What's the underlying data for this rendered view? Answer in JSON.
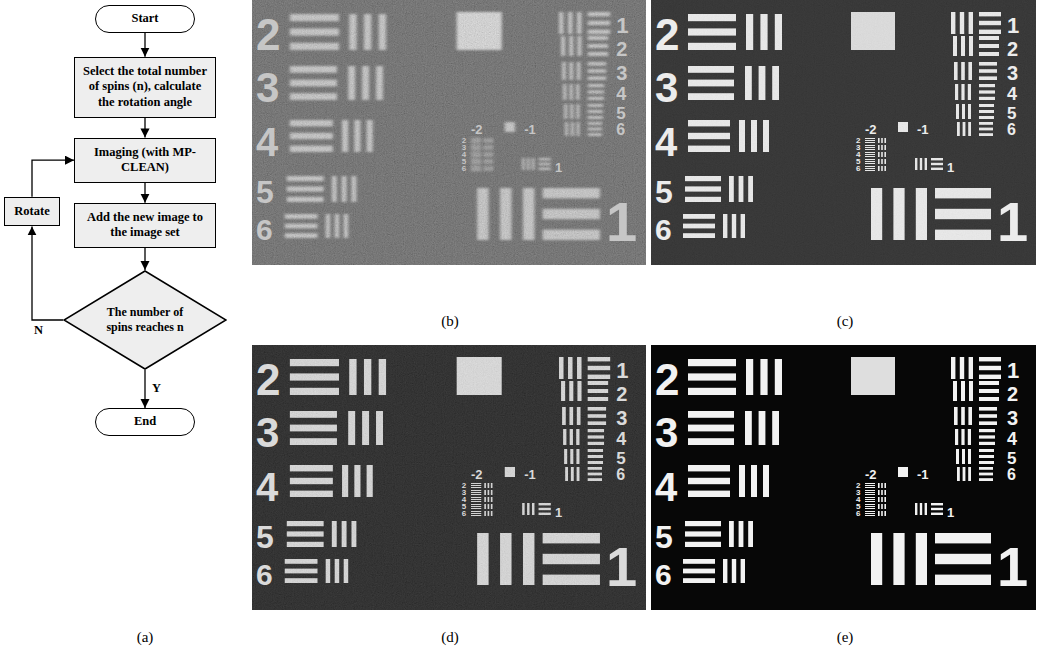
{
  "diagram": {
    "nodes": [
      {
        "text": [
          "Start"
        ]
      },
      {
        "text": [
          "Select the total number of spins (n), calculate the rotation angle"
        ]
      },
      {
        "text": [
          "Imaging (with MP-CLEAN)"
        ]
      },
      {
        "text": [
          "Add the new image to the image set"
        ]
      },
      {
        "text": [
          "The number of spins reaches n"
        ]
      },
      {
        "text": [
          "End"
        ]
      },
      {
        "text": [
          "Rotate"
        ]
      }
    ],
    "edges": [
      {
        "from": 0,
        "to": 1,
        "arrow": "to"
      },
      {
        "from": 1,
        "to": 2,
        "arrow": "to"
      },
      {
        "from": 2,
        "to": 3,
        "arrow": "to"
      },
      {
        "from": 3,
        "to": 4,
        "arrow": "to"
      },
      {
        "from": 4,
        "to": 5,
        "label": "Y",
        "arrow": "to"
      },
      {
        "from": 4,
        "to": 6,
        "label": "N",
        "arrow": "to"
      },
      {
        "from": 6,
        "to": 2,
        "arrow": "to"
      }
    ],
    "labels": [
      "2",
      "3",
      "4",
      "5",
      "6",
      "1",
      "2",
      "3",
      "4",
      "5",
      "6",
      "-2",
      "-1",
      "2",
      "3",
      "4",
      "5",
      "6",
      "1",
      "1",
      "2",
      "3",
      "4",
      "5",
      "6",
      "1",
      "2",
      "3",
      "4",
      "5",
      "6",
      "-2",
      "-1",
      "2",
      "3",
      "4",
      "5",
      "6",
      "1",
      "1",
      "2",
      "3",
      "4",
      "5",
      "6",
      "1",
      "2",
      "3",
      "4",
      "5",
      "6",
      "-2",
      "-1",
      "2",
      "3",
      "4",
      "5",
      "6",
      "1",
      "1",
      "2",
      "3",
      "4",
      "5",
      "6",
      "1",
      "2",
      "3",
      "4",
      "5",
      "6",
      "-2",
      "-1",
      "2",
      "3",
      "4",
      "5",
      "6",
      "1",
      "1",
      "(a)",
      "(b)",
      "(c)",
      "(d)",
      "(e)"
    ]
  }
}
